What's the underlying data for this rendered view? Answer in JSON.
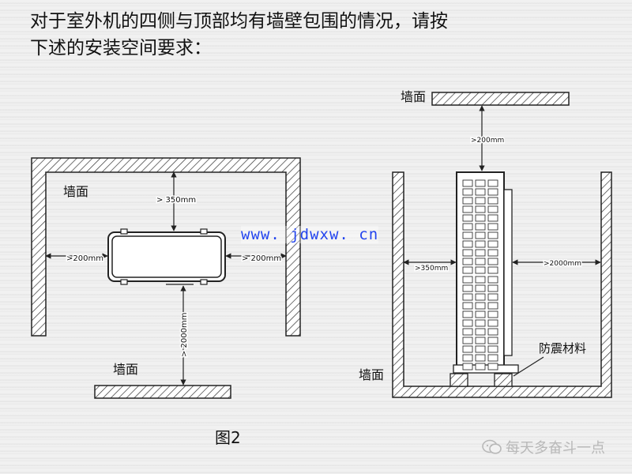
{
  "intro": "对于室外机的四侧与顶部均有墙壁包围的情况，请按下述的安装空间要求：",
  "left_diagram": {
    "wall_top": "墙面",
    "wall_bottom": "墙面",
    "dim_top": "> 350mm",
    "dim_left": ">200mm",
    "dim_right": "> 200mm",
    "dim_bottom": "> 2000mm"
  },
  "right_diagram": {
    "wall_top": "墙面",
    "wall_bottom": "墙面",
    "dim_top": ">200mm",
    "dim_left": ">350mm",
    "dim_right": ">2000mm",
    "damping": "防震材料"
  },
  "caption": "图2",
  "watermark_url": "www. jdwxw. cn",
  "watermark_brand": "每天多奋斗一点",
  "colors": {
    "line": "#222222",
    "url": "#2244ee"
  }
}
